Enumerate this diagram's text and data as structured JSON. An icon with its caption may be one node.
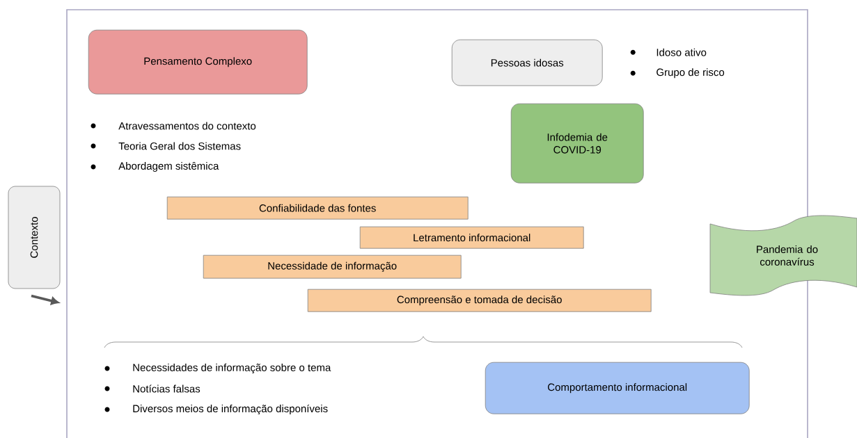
{
  "diagram": {
    "nodes": [
      {
        "text": [],
        "shape": "box"
      },
      {
        "text": [
          "Pensamento Complexo"
        ],
        "in": 0
      },
      {
        "text": [
          "Pessoas idosas"
        ],
        "in": 0,
        "beside": [
          "Idoso ativo",
          "Grupo de risco"
        ]
      },
      {
        "text": [
          "Infodemia de COVID-19"
        ],
        "in": 0
      },
      {
        "text": [
          "Confiabilidade das fontes"
        ],
        "in": 0
      },
      {
        "text": [
          "Letramento informacional"
        ],
        "in": 0
      },
      {
        "text": [
          "Necessidade de informação"
        ],
        "in": 0
      },
      {
        "text": [
          "Compreensão e tomada de decisão"
        ],
        "in": 0
      },
      {
        "text": [
          "Comportamento informacional"
        ],
        "in": 0
      },
      {
        "text": [
          "Pandemia do coronavírus"
        ]
      },
      {
        "text": [
          "Contexto"
        ]
      }
    ],
    "edges": [
      {
        "from": 10,
        "to": 0,
        "arrow": "to"
      }
    ],
    "labels": [
      "Atravessamentos do contexto",
      "Teoria Geral dos Sistemas",
      "Abordagem sistêmica",
      "Necessidades de informação sobre o tema",
      "Notícias falsas",
      "Diversos meios de informação disponíveis"
    ]
  }
}
